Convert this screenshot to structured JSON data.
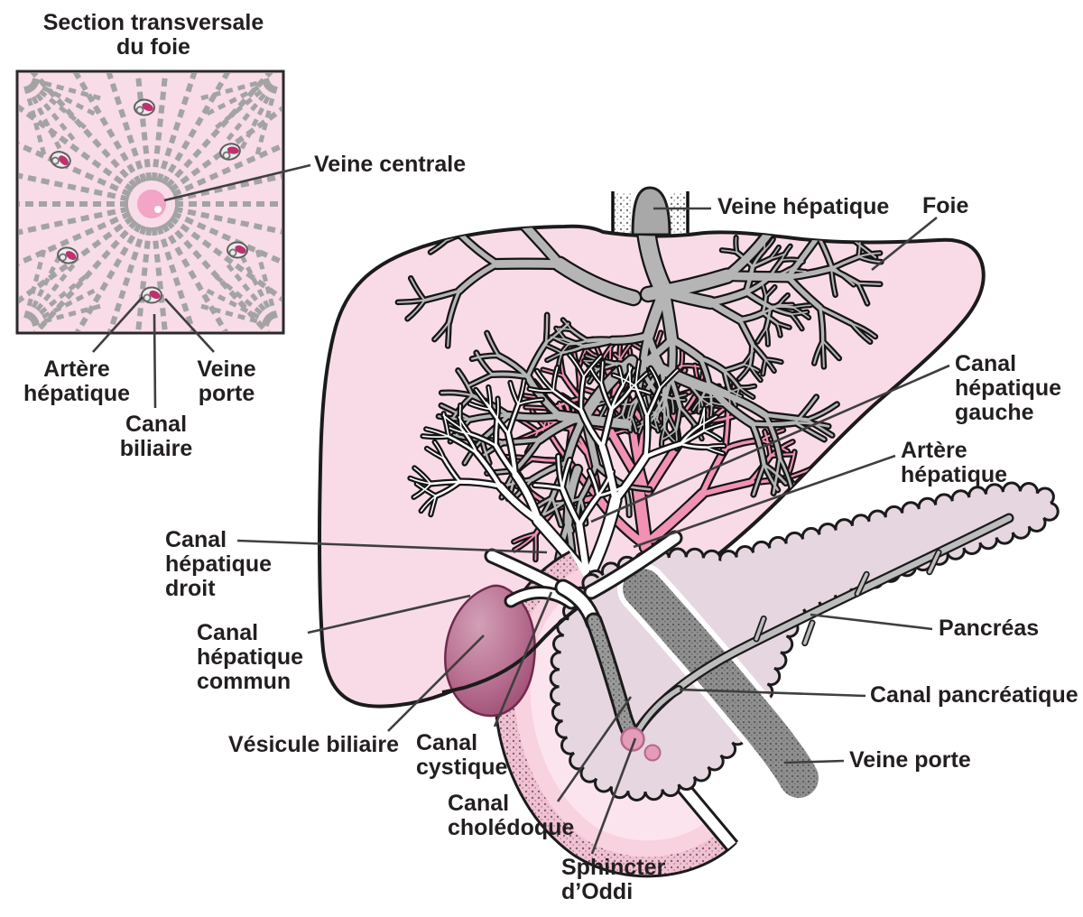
{
  "inset": {
    "title": "Section transversale\ndu foie",
    "labels": {
      "veine_centrale": "Veine centrale",
      "artere_hepatique": "Artère\nhépatique",
      "canal_biliaire": "Canal\nbiliaire",
      "veine_porte": "Veine\nporte"
    }
  },
  "main": {
    "labels": {
      "veine_hepatique": "Veine hépatique",
      "foie": "Foie",
      "canal_hepatique_gauche": "Canal\nhépatique\ngauche",
      "artere_hepatique": "Artère\nhépatique",
      "canal_hepatique_droit": "Canal\nhépatique\ndroit",
      "canal_hepatique_commun": "Canal\nhépatique\ncommun",
      "vesicule_biliaire": "Vésicule biliaire",
      "canal_cystique": "Canal\ncystique",
      "canal_choledoque": "Canal\ncholédoque",
      "sphincter_oddi": "Sphincter\nd’Oddi",
      "pancreas": "Pancréas",
      "canal_pancreatique": "Canal pancréatique",
      "veine_porte": "Veine porte"
    }
  },
  "colors": {
    "background": "#ffffff",
    "label_text": "#231f20",
    "leader_line": "#3f3f3f",
    "outline_black": "#1b1b1b",
    "liver_fill": "#f9dbe7",
    "hepatic_vein_gray": "#b5b5b5",
    "hepatic_artery_pink": "#f191b4",
    "bile_duct_white": "#ffffff",
    "vena_cava_gray": "#a8a8a8",
    "portal_vein_gray": "#8f8f8f",
    "gallbladder_light": "#d2a0b6",
    "gallbladder_mid": "#bb7495",
    "gallbladder_dark": "#8e3a62",
    "duodenum_pink": "#f3c0d3",
    "duodenum_mid": "#f8d2df",
    "duodenum_core": "#fbe4ee",
    "pancreas_fill": "#e6d6e0",
    "pancreatic_duct_gray": "#bdbdbd",
    "sphincter_pink": "#e59cb8",
    "inset_background": "#f8dce8",
    "inset_cords_gray": "#a3a3a3",
    "central_vein_pink": "#f2a5c4",
    "triad_magenta": "#c0306e"
  }
}
